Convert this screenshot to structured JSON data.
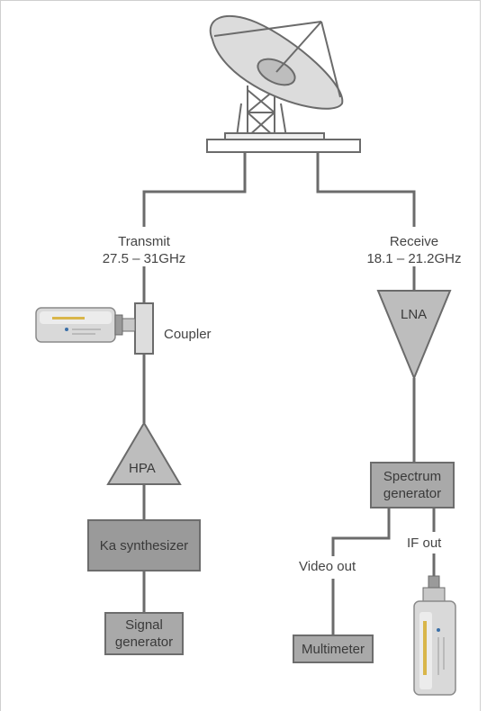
{
  "transmit": {
    "label": "Transmit",
    "freq": "27.5 – 31GHz",
    "coupler": "Coupler",
    "amplifier": "HPA",
    "synthesizer": "Ka synthesizer",
    "generator_line1": "Signal",
    "generator_line2": "generator"
  },
  "receive": {
    "label": "Receive",
    "freq": "18.1 – 21.2GHz",
    "amplifier": "LNA",
    "analyzer_line1": "Spectrum",
    "analyzer_line2": "generator",
    "video_out": "Video out",
    "if_out": "IF out",
    "meter": "Multimeter"
  },
  "colors": {
    "line": "#6b6b6b",
    "box_fill": "#a9a9a9",
    "box_border": "#6d6d6d",
    "dish": "#dcdcdc"
  },
  "icons": [
    "satellite-dish-icon",
    "power-sensor-icon"
  ]
}
